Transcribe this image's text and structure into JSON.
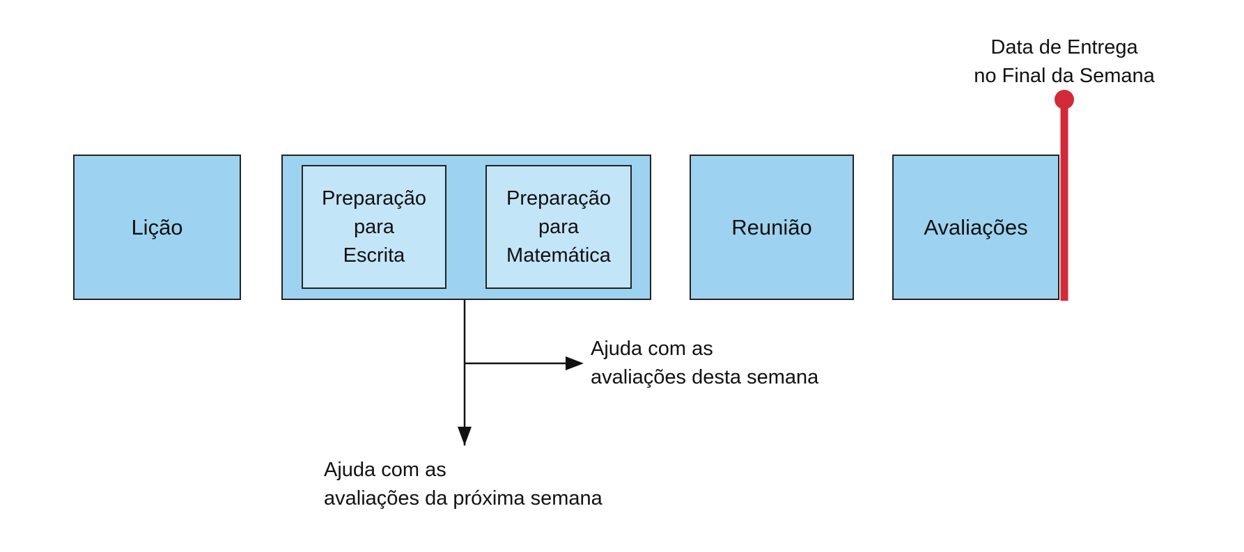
{
  "boxes": {
    "licao": "Lição",
    "preparacao_escrita": "Preparação\npara\nEscrita",
    "preparacao_matematica": "Preparação\npara\nMatemática",
    "reuniao": "Reunião",
    "avaliacoes": "Avaliações"
  },
  "deadline": {
    "label": "Data de Entrega\nno Final da Semana",
    "color": "#d12a3a"
  },
  "annotations": {
    "this_week": "Ajuda com as\navaliações desta semana",
    "next_week": "Ajuda com as\navaliações da próxima semana"
  },
  "colors": {
    "box_fill": "#9dd3f0",
    "inner_fill": "#c3e5f8",
    "stroke": "#222222"
  }
}
